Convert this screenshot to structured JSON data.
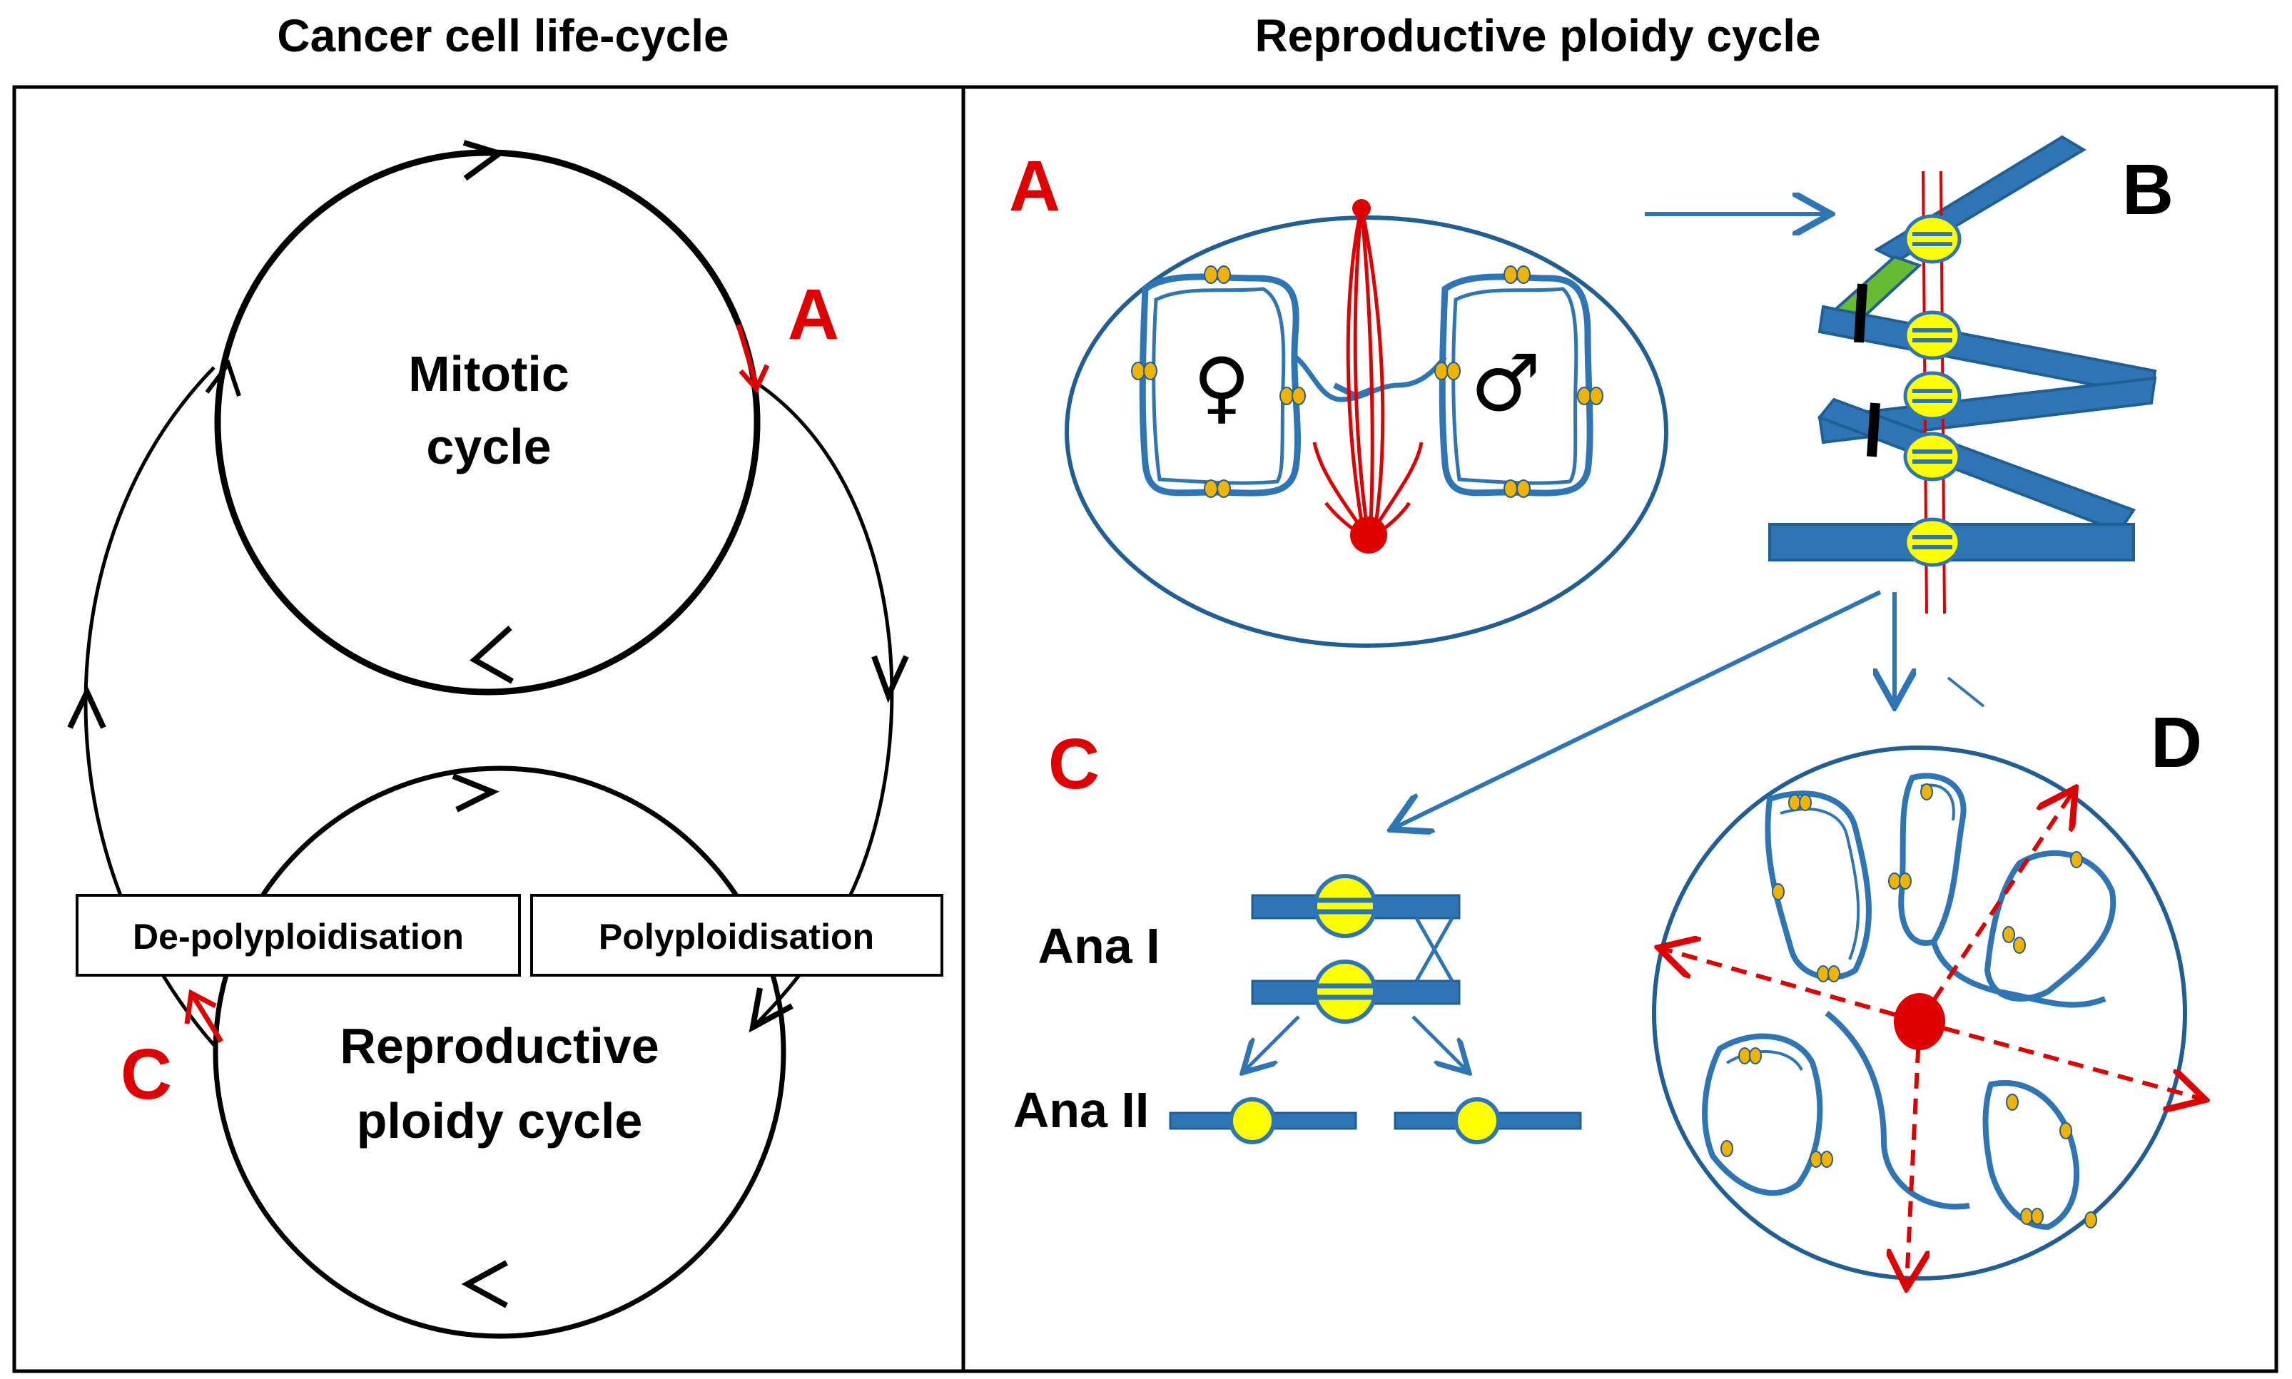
{
  "titles": {
    "left": "Cancer cell life-cycle",
    "right": "Reproductive ploidy cycle"
  },
  "left_panel": {
    "mitotic_cycle_line1": "Mitotic",
    "mitotic_cycle_line2": "cycle",
    "repro_line1": "Reproductive",
    "repro_line2": "ploidy cycle",
    "depoly_label": "De-polyploidisation",
    "poly_label": "Polyploidisation",
    "marker_a": "A",
    "marker_c": "C"
  },
  "right_panel": {
    "label_a": "A",
    "label_b": "B",
    "label_c": "C",
    "label_d": "D",
    "female_symbol": "♀",
    "male_symbol": "♂",
    "ana1": "Ana I",
    "ana2": "Ana II"
  },
  "colors": {
    "red": "#e00000",
    "blue": "#2e75b6",
    "chromosome_blue": "#2e75b6",
    "green": "#66bb33",
    "yellow": "#ffff00",
    "bead": "#f0b400"
  }
}
